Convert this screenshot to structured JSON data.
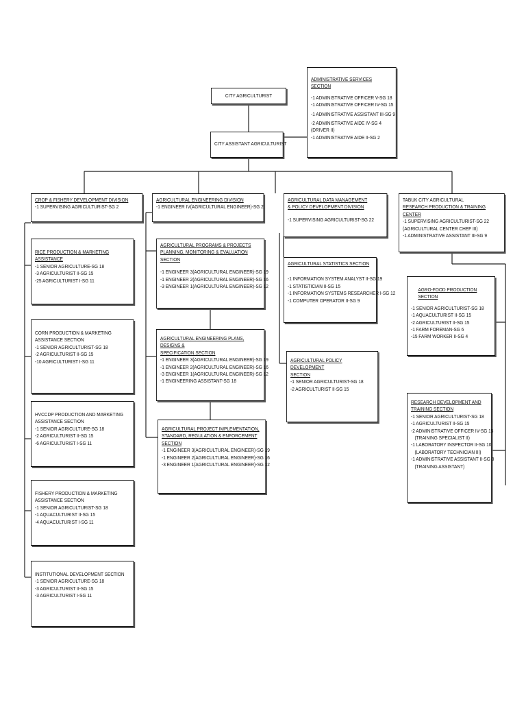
{
  "top": {
    "city_agriculturist": "CITY AGRICULTURIST",
    "city_assistant": "CITY ASSISTANT AGRICULTURIST"
  },
  "admin": {
    "title": "ADMINISTRATIVE SERVICES SECTION",
    "lines": [
      "-1 ADMINISTRATIVE OFFICER V-SG 18",
      "-1 ADMINISTRATIVE OFFICER IV-SG 15",
      "-1 ADMINISTRATIVE ASSISTANT III-SG 9",
      "-2 ADMINISTRATIVE AIDE IV-SG 4",
      "(DRIVER II)",
      "-1 ADMINISTRATIVE AIDE II-SG 2"
    ]
  },
  "divisions": {
    "crop": {
      "title": "CROP & FISHERY DEVELOPMENT DIVISION",
      "lines": [
        "-1 SUPERVISING AGRICULTURIST-SG 2"
      ]
    },
    "engineering": {
      "title": "AGRICULTURAL ENGINEERING DIVISION",
      "lines": [
        "-1 ENGINEER IV(AGRICULTURAL ENGINEER)-SG 2"
      ]
    },
    "data": {
      "title_lines": [
        "AGRICULTURAL DATA MANAGEMENT",
        "& POLICY DEVELOPMENT DIVISION"
      ],
      "lines": [
        "-1 SUPERVISING AGRICULTURIST-SG 22"
      ]
    },
    "tabuk": {
      "title_lines": [
        "TABUK CITY AGRICULTURAL",
        "RESEARCH PRODUCTION & TRAINING CENTER"
      ],
      "lines": [
        "-1 SUPERVISING AGRICULTURIST-SG 22",
        "(AGRICULTURAL CENTER CHEF III)",
        "-1 ADMINISTRATIVE ASSISTANT III-SG 9"
      ]
    }
  },
  "col1": [
    {
      "title_lines": [
        "RICE PRODUCTION & MARKETING",
        "ASSISTANCE"
      ],
      "lines": [
        "-1 SENIOR AGRICULTURE-SG 18",
        "-3 AGRICULTURIST II-SG 15",
        "-25 AGRICULTURIST I-SG 11"
      ]
    },
    {
      "title_lines": [],
      "lines": [
        "CORN PRODUCTION & MARKETING",
        "ASSISTANCE SECTION",
        "-1 SENIOR AGRICULTURIST-SG 18",
        "-2 AGRICULTURIST II-SG 15",
        "-10 AGRICULTURIST I-SG 11"
      ]
    },
    {
      "title_lines": [],
      "lines": [
        "HVCCDP PRODUCTION AND MARKETING",
        "ASSISTANCE SECTION",
        "-1 SENIOR AGRICULTURE-SG 18",
        "-2 AGRICULTURIST II-SG 15",
        "-6 AGRICULTURIST I-SG 11"
      ]
    },
    {
      "title_lines": [],
      "lines": [
        "FISHERY PRODUCTION & MARKETING",
        "ASSISTANCE SECTION",
        "-1 SENIOR AGRICULTURIST-SG 18",
        "-1 AQUACULTURIST II-SG 15",
        "-4 AQUACULTURIST I-SG 11"
      ]
    },
    {
      "title_lines": [],
      "lines": [
        "INSTITUTIONAL DEVELOPMENT SECTION",
        "-1 SENIOR AGRICULTURE-SG 18",
        "-3 AGRICULTURIST II-SG 15",
        "-3 AGRICULTURIST I-SG 11"
      ]
    }
  ],
  "col2": [
    {
      "title_lines": [
        "AGRICULTURAL PROGRAMS & PROJECTS",
        "PLANNING, MONITORING & EVALUATION SECTION"
      ],
      "lines": [
        "-1 ENGINEER 3(AGRICULTURAL ENGINEER)-SG 19",
        "-1 ENGINEER 2(AGRICULTURAL ENGINEER)-SG 16",
        "-3 ENGINEER 1(AGRICULTURAL ENGINEER)-SG 12"
      ]
    },
    {
      "title_lines": [
        "AGRICULTURAL ENGINEERING PLANS, DESIGNS &",
        "SPECIFICATION SECTION"
      ],
      "lines": [
        "-1 ENGINEER 3(AGRICULTURAL ENGINEER)-SG 19",
        "-1 ENGINEER 2(AGRICULTURAL ENGINEER)-SG 16",
        "-3 ENGINEER 1(AGRICULTURAL ENGINEER)-SG 12",
        "-1 ENGINEERING ASSISTANT-SG 18"
      ]
    },
    {
      "title_lines": [
        "AGRICULTURAL PROJECT IMPLEMENTATION,",
        "STANDARD, REGULATION & ENFORCEMENT",
        "SECTION"
      ],
      "lines": [
        "-1 ENGINEER 3(AGRICULTURAL ENGINEER)-SG 19",
        "-1 ENGINEER 2(AGRICULTURAL ENGINEER)-SG 16",
        "-3 ENGINEER 1(AGRICULTURAL ENGINEER)-SG 12"
      ]
    }
  ],
  "col3": [
    {
      "title_lines": [
        "AGRICULTURAL STATISTICS SECTION"
      ],
      "lines": [
        "-1 INFORMATION SYSTEM ANALYST II-SG 19",
        "-1 STATISTICIAN II-SG 15",
        "-1 INFORMATION SYSTEMS RESEARCHER I-SG 12",
        "-1 COMPUTER OPERATOR II-SG 9"
      ]
    },
    {
      "title_lines": [
        "AGRICULTURAL POLICY DEVELOPMENT",
        "SECTION"
      ],
      "lines": [
        "-1 SENIOR AGRICULTURIST-SG 18",
        "-2 AGRICULTURIST II-SG 15"
      ]
    }
  ],
  "col4": [
    {
      "title_lines": [
        "AGRO-FOOD PRODUCTION SECTION"
      ],
      "lines": [
        "-1 SENIOR AGRICULTURIST-SG 18",
        "-1 AQUACULTURIST II-SG 15",
        "-2 AGRICULTURIST II-SG 15",
        "-1 FARM FOREMAN-SG 6",
        "-15 FARM WORKER II-SG 4"
      ]
    },
    {
      "title_lines": [
        "RESEARCH DEVELOPMENT AND",
        "TRAINING SECTION"
      ],
      "lines": [
        "-1 SENIOR AGRICULTURIST-SG 18",
        "-1 AGRICULTURIST II-SG 15",
        "-2 ADMINISTRATIVE OFFICER IV-SG 15",
        "   (TRAINING SPECIALIST II)",
        "-1 LABORATORY INSPECTOR II-SG 10",
        "   (LABORATORY TECHNICIAN III)",
        "-1 ADMINISTRATIVE ASSISTANT II-SG 8",
        "   (TRAINING ASSISTANT)"
      ]
    }
  ]
}
